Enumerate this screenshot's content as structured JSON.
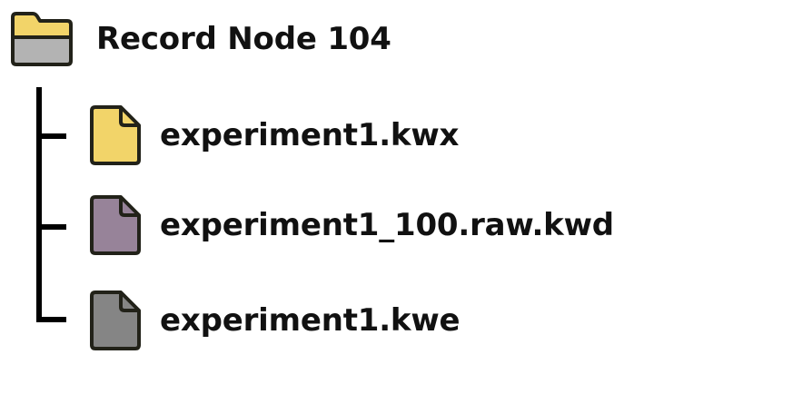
{
  "tree": {
    "root": {
      "label": "Record Node 104",
      "icon": "folder-icon",
      "colors": {
        "tab": "#f2d469",
        "body": "#b3b3b3",
        "outline": "#222219"
      }
    },
    "files": [
      {
        "label": "experiment1.kwx",
        "icon": "file-icon",
        "color": "#f2d469"
      },
      {
        "label": "experiment1_100.raw.kwd",
        "icon": "file-icon",
        "color": "#978399"
      },
      {
        "label": "experiment1.kwe",
        "icon": "file-icon",
        "color": "#858585"
      }
    ],
    "outline_color": "#222219",
    "connector_color": "#000000"
  }
}
